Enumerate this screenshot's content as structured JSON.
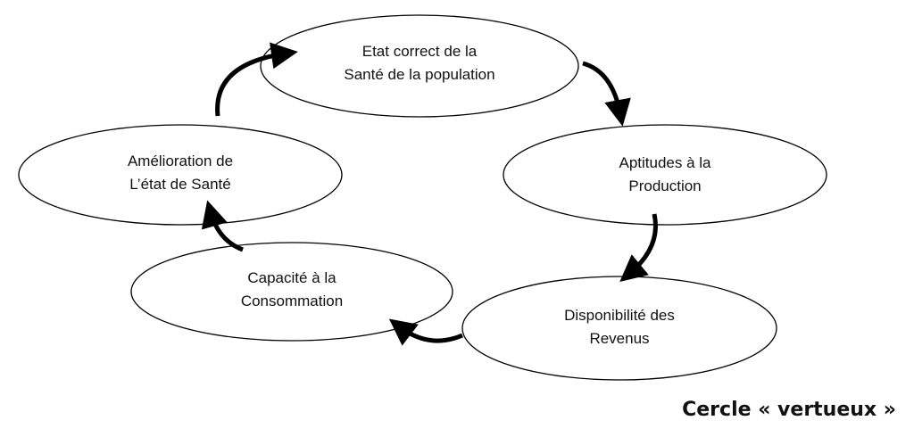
{
  "nodes": {
    "top": {
      "line1": "Etat correct de la",
      "line2": "Santé de la population"
    },
    "right": {
      "line1": "Aptitudes à la",
      "line2": "Production"
    },
    "bottom_right": {
      "line1": "Disponibilité des",
      "line2": "Revenus"
    },
    "bottom_left": {
      "line1": "Capacité à la",
      "line2": "Consommation"
    },
    "left": {
      "line1": "Amélioration de",
      "line2": "L’état de Santé"
    }
  },
  "caption": "Cercle  « vertueux »"
}
